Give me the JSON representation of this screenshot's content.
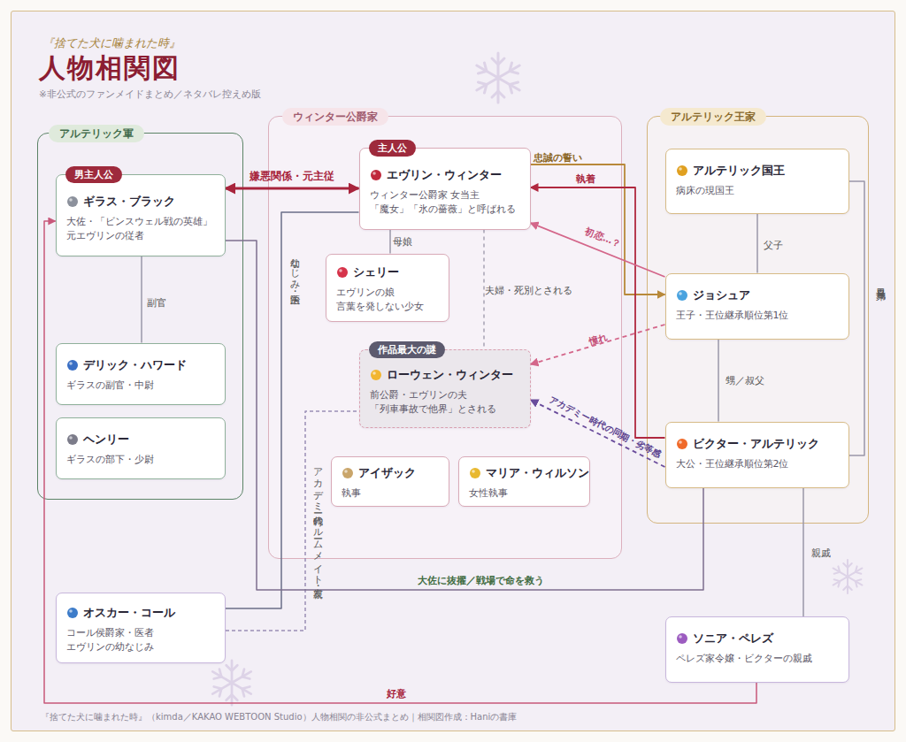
{
  "diagram": {
    "title": "人物相関図",
    "caption": "『捨てた犬に噛まれた時』（kimda／KAKAO WEBTOON Studio）人物相関の非公式まとめ｜相関図作成：Haniの書庫",
    "nodes": [
      {
        "text": [
          "アルテリック軍"
        ]
      },
      {
        "text": [
          "男主人公",
          "ギラス・ブラック",
          "大佐・「ビンスウェル戦の英雄」 元エヴリンの従者"
        ],
        "in": 0
      },
      {
        "text": [
          "デリック・ハワード",
          "ギラスの副官・中尉"
        ],
        "in": 0
      },
      {
        "text": [
          "ヘンリー",
          "ギラスの部下・少尉"
        ],
        "in": 0
      },
      {
        "text": [
          "ウィンター公爵家"
        ]
      },
      {
        "text": [
          "主人公",
          "エヴリン・ウィンター",
          "ウィンター公爵家 女当主 「魔女」「氷の薔薇」と呼ばれる"
        ],
        "in": 4
      },
      {
        "text": [
          "シェリー",
          "エヴリンの娘 言葉を発しない少女"
        ],
        "in": 4
      },
      {
        "text": [
          "作品最大の謎",
          "ローウェン・ウィンター",
          "前公爵・エヴリンの夫 「列車事故で他界」とされる"
        ],
        "in": 4
      },
      {
        "text": [
          "アイザック",
          "執事"
        ],
        "in": 4
      },
      {
        "text": [
          "マリア・ウィルソン",
          "女性執事"
        ],
        "in": 4
      },
      {
        "text": [
          "アルテリック王家"
        ]
      },
      {
        "text": [
          "アルテリック国王",
          "病床の現国王"
        ],
        "in": 10
      },
      {
        "text": [
          "ジョシュア",
          "王子・王位継承順位第1位"
        ],
        "in": 10
      },
      {
        "text": [
          "ビクター・アルテリック",
          "大公・王位継承順位第2位"
        ],
        "in": 10
      },
      {
        "text": [
          "オスカー・コール",
          "コール侯爵家・医者 エヴリンの幼なじみ"
        ]
      },
      {
        "text": [
          "ソニア・ペレズ",
          "ペレズ家令嬢・ビクターの親戚"
        ]
      }
    ],
    "edges": [
      {
        "from": 1,
        "to": 5,
        "label": "嫌悪関係・元主従",
        "arrow": "both"
      },
      {
        "from": 1,
        "to": 2,
        "label": "副官",
        "arrow": "none"
      },
      {
        "from": 5,
        "to": 6,
        "label": "母娘",
        "arrow": "none"
      },
      {
        "from": 5,
        "to": 7,
        "label": "夫婦・死別とされる",
        "arrow": "none"
      },
      {
        "from": 14,
        "to": 5,
        "label": "幼なじみ・主治医",
        "arrow": "none"
      },
      {
        "from": 14,
        "to": 7,
        "label": "アカデミー時代のルームメイト・親友",
        "arrow": "none"
      },
      {
        "from": 5,
        "to": 12,
        "label": "忠誠の誓い",
        "arrow": "to"
      },
      {
        "from": 13,
        "to": 5,
        "label": "執着",
        "arrow": "to"
      },
      {
        "from": 12,
        "to": 5,
        "label": "初恋…？",
        "arrow": "to"
      },
      {
        "from": 12,
        "to": 7,
        "label": "憧れ",
        "arrow": "to"
      },
      {
        "from": 13,
        "to": 7,
        "label": "アカデミー時代の同期・劣等感",
        "arrow": "to"
      },
      {
        "from": 11,
        "to": 12,
        "label": "父子",
        "arrow": "none"
      },
      {
        "from": 12,
        "to": 13,
        "label": "甥／叔父",
        "arrow": "none"
      },
      {
        "from": 11,
        "to": 13,
        "label": "異母兄弟",
        "arrow": "none"
      },
      {
        "from": 13,
        "to": 15,
        "label": "親戚",
        "arrow": "none"
      },
      {
        "from": 13,
        "to": 1,
        "label": "大佐に抜擢／戦場で命を救う",
        "arrow": "none"
      },
      {
        "from": 15,
        "to": 1,
        "label": "好意",
        "arrow": "to"
      }
    ],
    "labels": [
      "『捨てた犬に噛まれた時』",
      "※非公式のファンメイドまとめ／ネタバレ控えめ版"
    ]
  }
}
